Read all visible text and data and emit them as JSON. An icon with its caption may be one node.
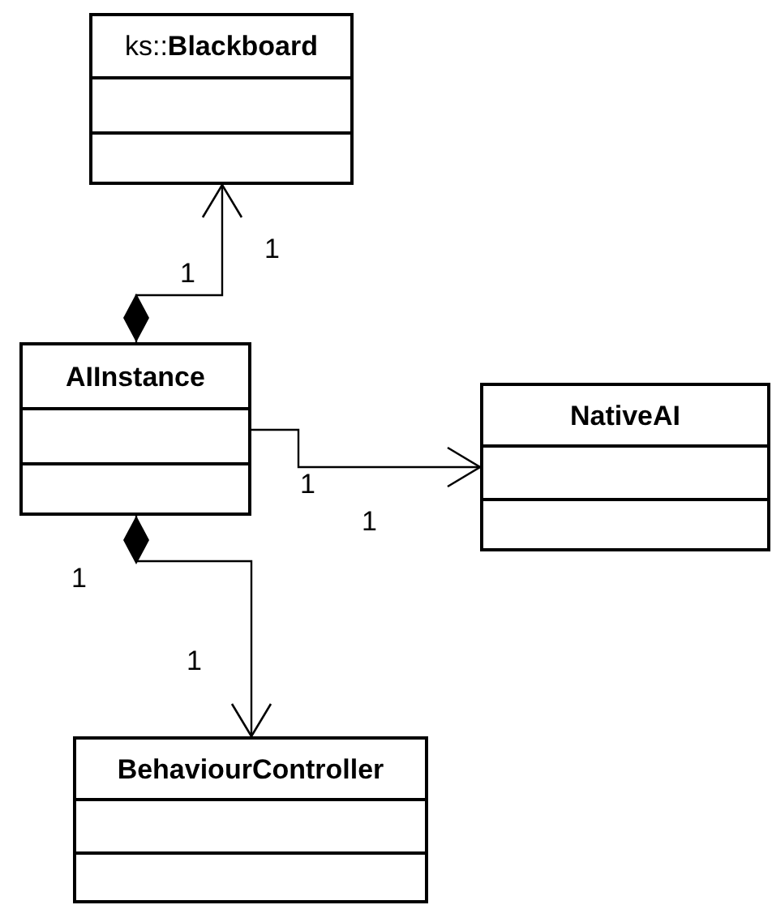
{
  "diagram": {
    "nodes": [
      {
        "text": [
          "ks::**Blackboard**"
        ]
      },
      {
        "text": [
          "AIInstance"
        ]
      },
      {
        "text": [
          "NativeAI"
        ]
      },
      {
        "text": [
          "BehaviourController"
        ]
      }
    ],
    "edges": [
      {
        "from": 1,
        "to": 0,
        "arrow": "to"
      },
      {
        "from": 1,
        "to": 2,
        "arrow": "to"
      },
      {
        "from": 1,
        "to": 3,
        "arrow": "to"
      }
    ],
    "labels": [
      "1",
      "1",
      "1",
      "1",
      "1",
      "1"
    ]
  }
}
